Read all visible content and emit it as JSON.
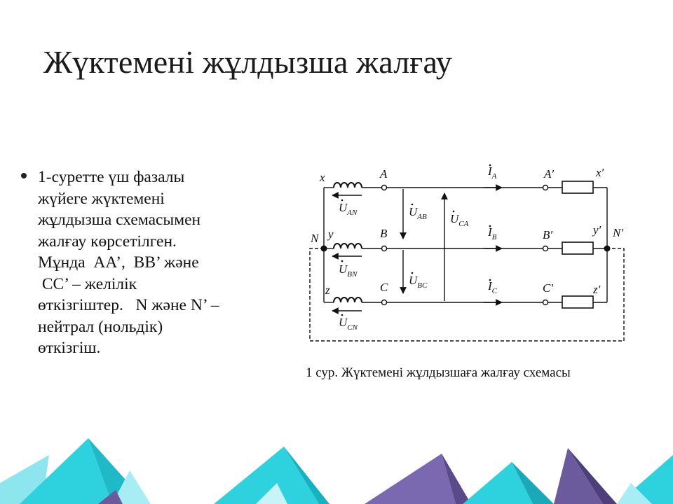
{
  "title": "Жүктемені жұлдызша жалғау",
  "bullet": {
    "lines": [
      "1-суретте үш фазалы",
      "жүйеге жүктемені",
      "жұлдызша схемасымен",
      "жалғау көрсетілген.",
      "Мұнда  АА’,  ВВ’ және",
      " СС’ – желілік",
      "өткізгіштер.   N және N’ –",
      "нейтрал (нольдік)",
      "өткізгіш."
    ]
  },
  "diagram": {
    "source_labels": [
      "x",
      "y",
      "z"
    ],
    "phase_labels": [
      "A",
      "B",
      "C"
    ],
    "phase_prime_labels": [
      "A′",
      "B′",
      "C′"
    ],
    "load_labels": [
      "x′",
      "y′",
      "z′"
    ],
    "neutral_left": "N",
    "neutral_right": "N′",
    "voltage_U": "U",
    "subscripts": {
      "u_an": "AN",
      "u_bn": "BN",
      "u_cn": "CN",
      "u_ab": "AB",
      "u_bc": "BC",
      "u_ca": "CA",
      "i_a": "A",
      "i_b": "B",
      "i_c": "C"
    },
    "current_I": "I"
  },
  "caption": "1 сур.  Жүктемені жұлдызшаға жалғау схемасы",
  "colors": {
    "decor_cyan": "#2ed1de",
    "decor_purple": "#6b5a9c",
    "text": "#111111"
  }
}
